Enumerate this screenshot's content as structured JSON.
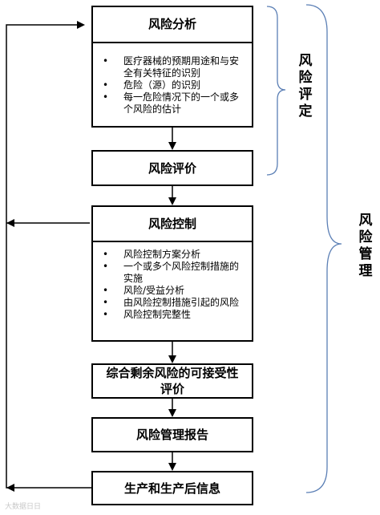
{
  "boxes": {
    "analysis": {
      "title": "风险分析",
      "items": [
        "医疗器械的预期用途和与安全有关特征的识别",
        "危险（源）的识别",
        "每一危险情况下的一个或多个风险的估计"
      ]
    },
    "evaluation": {
      "title": "风险评价"
    },
    "control": {
      "title": "风险控制",
      "items": [
        "风险控制方案分析",
        "一个或多个风险控制措施的实施",
        "风险/受益分析",
        "由风险控制措施引起的风险",
        "风险控制完整性"
      ]
    },
    "residual": {
      "title": "综合剩余风险的可接受性评价"
    },
    "report": {
      "title": "风险管理报告"
    },
    "production": {
      "title": "生产和生产后信息"
    }
  },
  "brackets": {
    "assessment": "风险评定",
    "management": "风险管理"
  },
  "watermark": "大数据日日"
}
